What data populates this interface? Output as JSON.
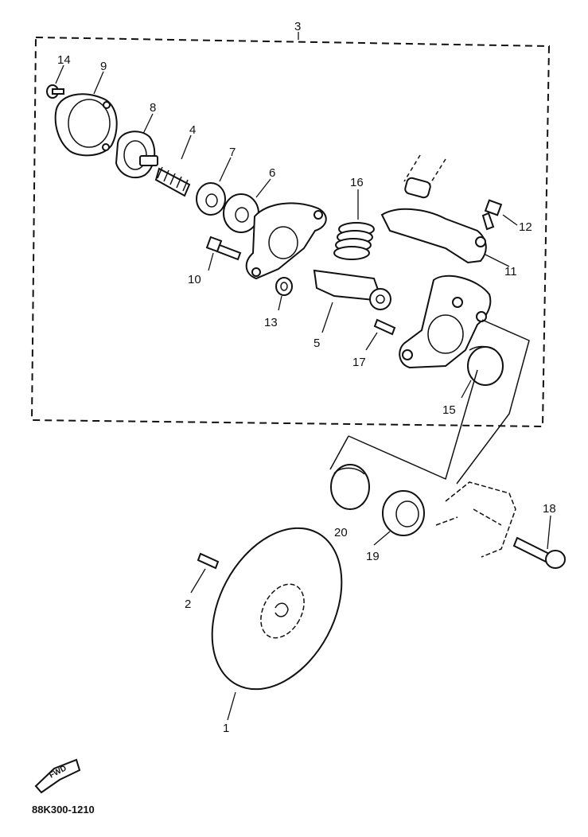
{
  "labels": {
    "p1": "1",
    "p2": "2",
    "p3": "3",
    "p4": "4",
    "p5": "5",
    "p6": "6",
    "p7": "7",
    "p8": "8",
    "p9": "9",
    "p10": "10",
    "p11": "11",
    "p12": "12",
    "p13": "13",
    "p14": "14",
    "p15": "15",
    "p16": "16",
    "p17": "17",
    "p18": "18",
    "p19": "19",
    "p20": "20"
  },
  "fwd_badge": "FWD",
  "drawing_code": "88K300-1210"
}
